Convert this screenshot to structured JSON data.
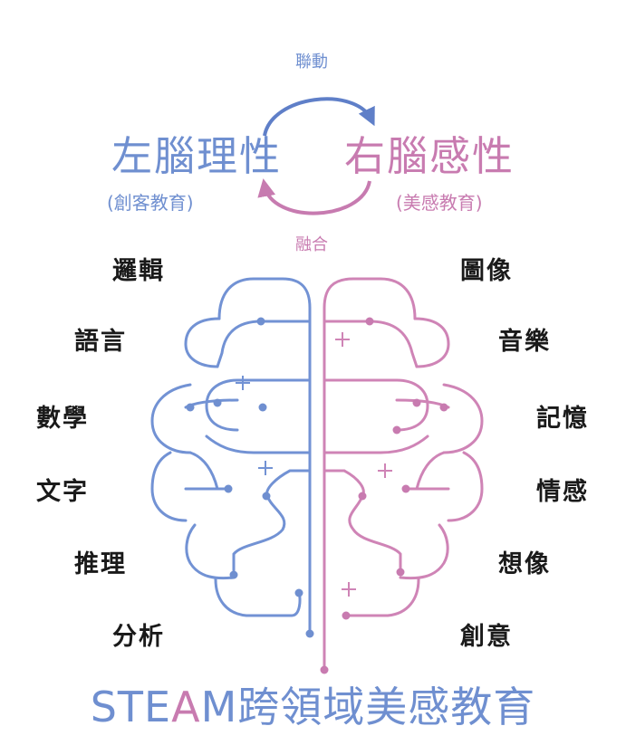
{
  "colors": {
    "left_blue": "#6f8fd0",
    "right_pink": "#c87bb0",
    "text_dark": "#1a1a1a"
  },
  "top": {
    "link_top_label": "聯動",
    "link_bottom_label": "融合",
    "left_title": "左腦理性",
    "left_subtitle": "(創客教育)",
    "right_title": "右腦感性",
    "right_subtitle": "(美感教育)"
  },
  "left_skills": [
    "邏輯",
    "語言",
    "數學",
    "文字",
    "推理",
    "分析"
  ],
  "right_skills": [
    "圖像",
    "音樂",
    "記憶",
    "情感",
    "想像",
    "創意"
  ],
  "bottom_title": {
    "prefix": "STE",
    "highlight": "A",
    "suffix": "M跨領域美感教育"
  }
}
